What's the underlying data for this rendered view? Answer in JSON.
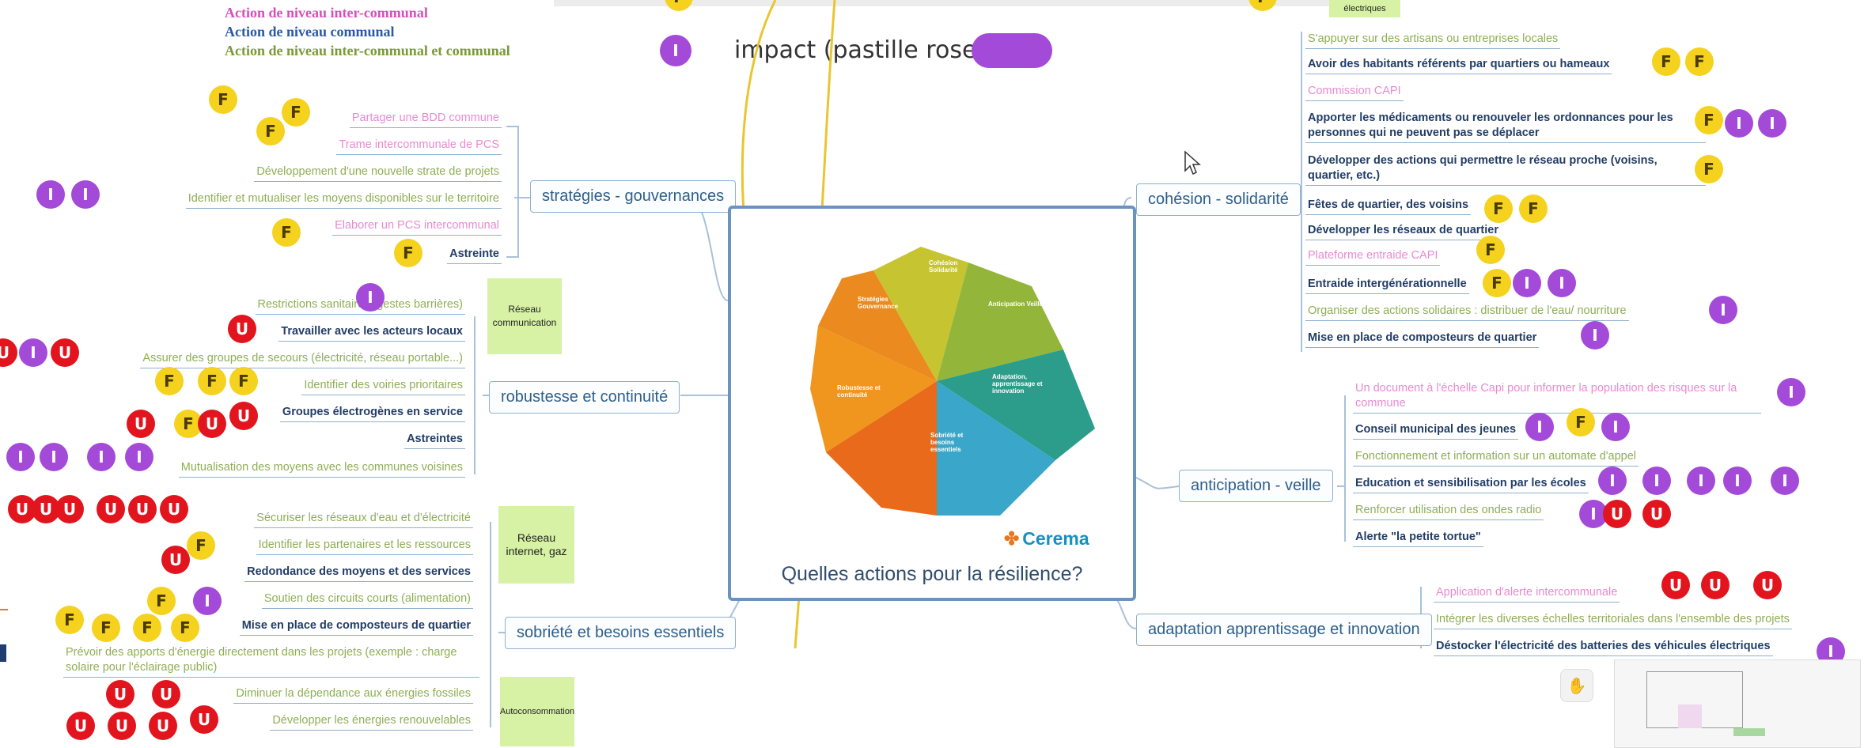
{
  "legend": {
    "line1": "Action de niveau inter-communal",
    "line2": "Action de niveau communal",
    "line3": "Action de niveau inter-communal et communal",
    "color1": "#d94fb9",
    "color2": "#2a5aa6",
    "color3": "#7a9a35"
  },
  "impact_label": "impact (pastille rose)",
  "top_note": "électriques",
  "center": {
    "title": "Quelles actions pour la résilience?",
    "logo": "Cerema",
    "segments": [
      {
        "label": "Stratégies Gouvernance"
      },
      {
        "label": "Cohésion Solidarité"
      },
      {
        "label": "Anticipation Veille"
      },
      {
        "label": "Adaptation, apprentissage et innovation"
      },
      {
        "label": "Sobriété et besoins essentiels"
      },
      {
        "label": "Robustesse et continuité"
      }
    ]
  },
  "branches": {
    "strategies": "stratégies - gouvernances",
    "robustesse": "robustesse et continuité",
    "sobriete": "sobriété et besoins essentiels",
    "cohesion": "cohésion - solidarité",
    "anticipation": "anticipation - veille",
    "adaptation": "adaptation apprentissage et innovation"
  },
  "strategies_items": [
    "Partager une BDD commune",
    "Trame intercommunale de PCS",
    "Développement d'une nouvelle strate de projets",
    "Identifier et mutualiser les moyens disponibles sur le territoire",
    "Elaborer un PCS intercommunal",
    "Astreinte"
  ],
  "robustesse_items": [
    "Restrictions sanitaires (gestes barrières)",
    "Travailler avec les acteurs locaux",
    "Assurer des groupes de secours (électricité, réseau portable...)",
    "Identifier des voiries prioritaires",
    "Groupes électrogènes en service",
    "Astreintes",
    "Mutualisation des moyens avec les communes voisines"
  ],
  "robustesse_note": "Réseau communication",
  "sobriete_items": [
    "Sécuriser les réseaux d'eau et d'électricité",
    "Identifier les partenaires et les ressources",
    "Redondance des moyens et des services",
    "Soutien des circuits courts (alimentation)",
    "Mise en place de composteurs de quartier",
    "Prévoir des apports d'énergie directement dans les projets (exemple : charge solaire pour l'éclairage public)",
    "Diminuer la dépendance aux énergies fossiles",
    "Développer les énergies renouvelables"
  ],
  "sobriete_note1": "Réseau internet, gaz",
  "sobriete_note2": "Autoconsommation",
  "cohesion_items": [
    "S'appuyer sur des artisans ou entreprises locales",
    "Avoir des habitants référents par quartiers ou hameaux",
    "Commission CAPI",
    "Apporter les médicaments ou renouveler les ordonnances pour les personnes qui ne peuvent pas se déplacer",
    "Développer des actions qui permettre le réseau proche (voisins, quartier, etc.)",
    "Fêtes de quartier, des voisins",
    "Développer les réseaux de quartier",
    "Plateforme entraide CAPI",
    "Entraide intergénérationnelle",
    "Organiser des actions solidaires : distribuer de l'eau/ nourriture",
    "Mise en place de composteurs de quartier"
  ],
  "anticipation_items": [
    "Un document à l'échelle Capi pour informer la population des risques sur la commune",
    "Conseil municipal des jeunes",
    "Fonctionnement et information sur un automate d'appel",
    "Education et sensibilisation par les écoles",
    "Renforcer utilisation des ondes radio",
    "Alerte \"la petite tortue\""
  ],
  "adaptation_items": [
    "Application d'alerte intercommunale",
    "Intégrer les diverses échelles territoriales dans l'ensemble des projets",
    "Déstocker l'électricité des batteries des véhicules électriques"
  ],
  "dot_letters": {
    "F": "F",
    "U": "U",
    "I": "I"
  },
  "colors": {
    "F": "#f5d21e",
    "U": "#e2141d",
    "I": "#a44ad9",
    "branch_border": "#6b93bf",
    "note_green": "#d7f2a5"
  }
}
